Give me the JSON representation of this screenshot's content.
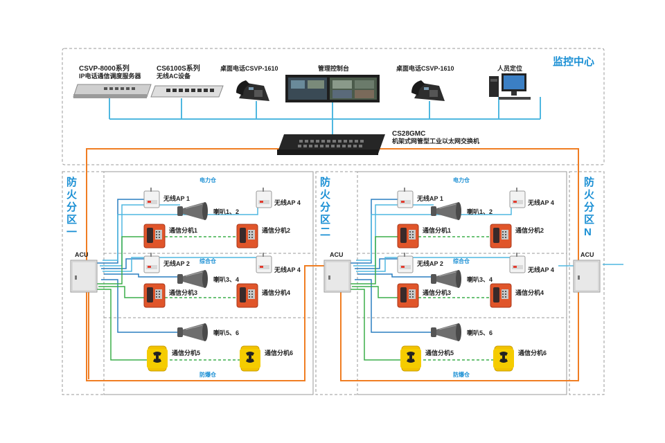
{
  "monitor_center": {
    "title": "监控中心",
    "devices": [
      {
        "line1": "CSVP-8000系列",
        "line2": "IP电话通信调度服务器"
      },
      {
        "line1": "CS6100S系列",
        "line2": "无线AC设备"
      },
      {
        "line1": "桌面电话CSVP-1610"
      },
      {
        "line1": "管理控制台"
      },
      {
        "line1": "桌面电话CSVP-1610"
      },
      {
        "line1": "人员定位"
      }
    ]
  },
  "core_switch": {
    "line1": "CS28GMC",
    "line2": "机架式网管型工业以太网交换机"
  },
  "zones": [
    {
      "title_chars": [
        "防",
        "火",
        "分",
        "区",
        "一"
      ],
      "acu": "ACU"
    },
    {
      "title_chars": [
        "防",
        "火",
        "分",
        "区",
        "二"
      ],
      "acu": "ACU"
    },
    {
      "title_chars": [
        "防",
        "火",
        "分",
        "区",
        "N"
      ],
      "acu": "ACU"
    }
  ],
  "sections": {
    "power": "电力仓",
    "general": "综合仓",
    "explosion": "防爆仓"
  },
  "labels": {
    "ap1": "无线AP 1",
    "ap2": "无线AP 2",
    "ap4": "无线AP 4",
    "horn12": "喇叭1、2",
    "horn34": "喇叭3、4",
    "horn56": "喇叭5、6",
    "ext1": "通信分机1",
    "ext2": "通信分机2",
    "ext3": "通信分机3",
    "ext4": "通信分机4",
    "ext5": "通信分机5",
    "ext6": "通信分机6"
  },
  "colors": {
    "title_blue": "#1a8fd4",
    "cable_blue": "#2a7fc0",
    "cable_light_blue": "#4fb7e0",
    "cable_green": "#3aae49",
    "cable_orange": "#f07d22",
    "phone_red": "#e0552a",
    "phone_yellow": "#f2c200"
  }
}
